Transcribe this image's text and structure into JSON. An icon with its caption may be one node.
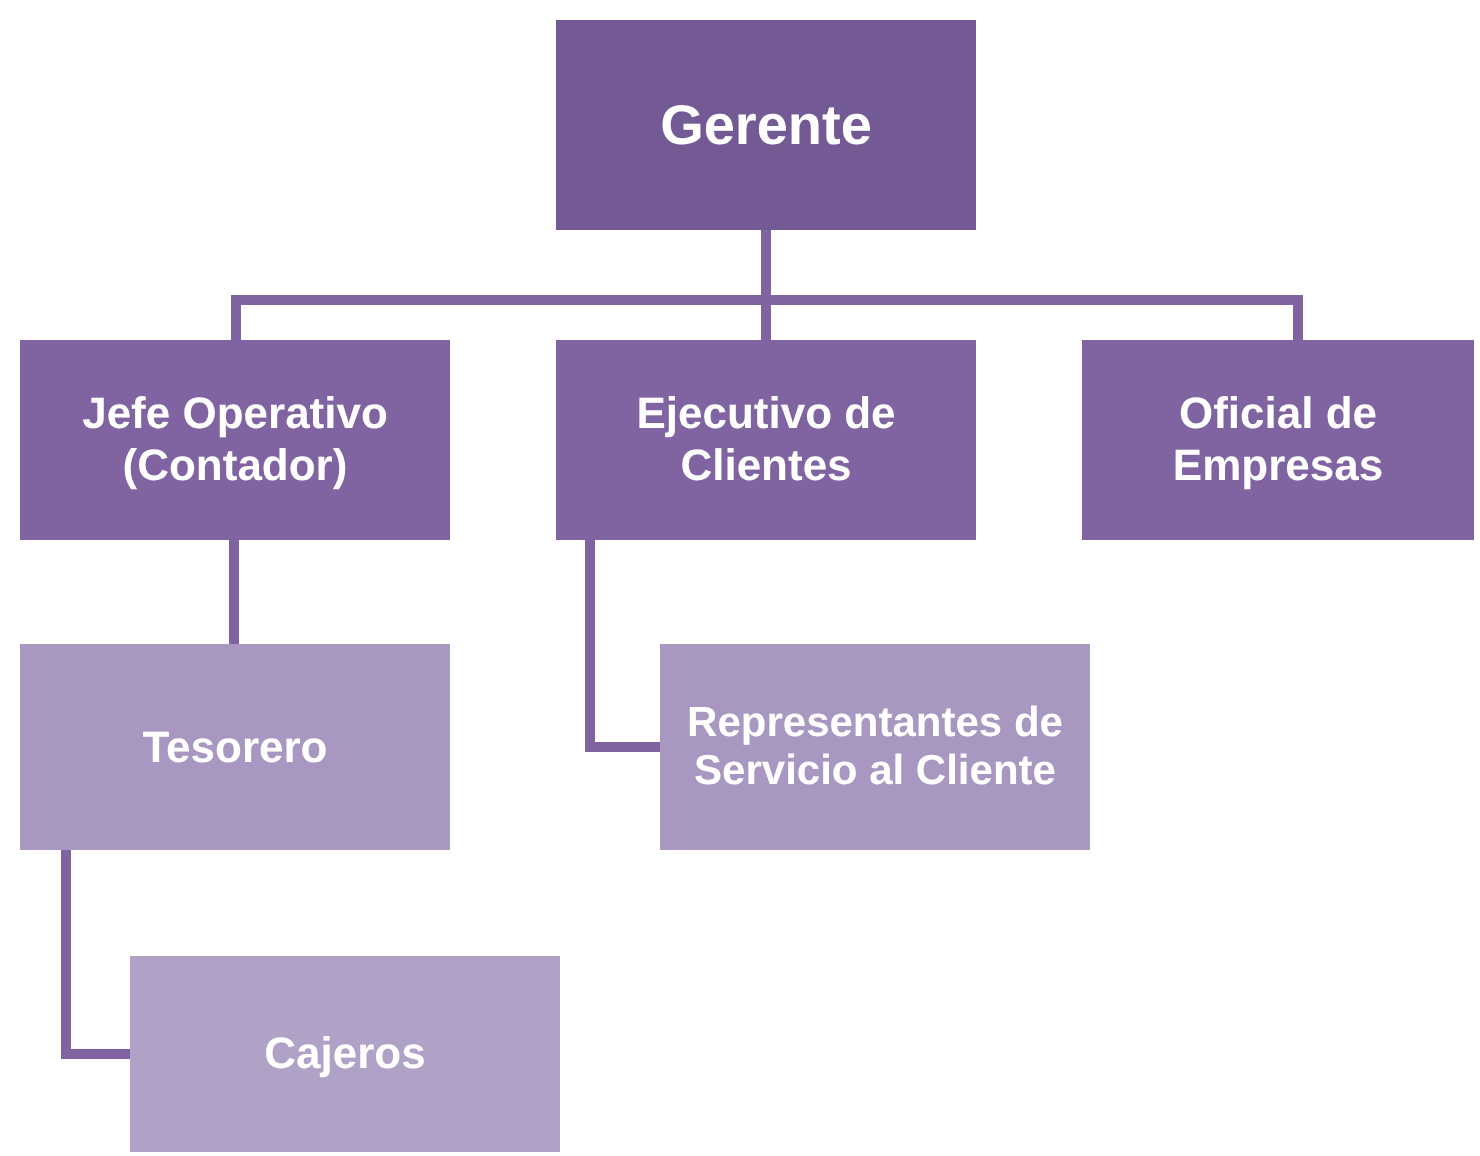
{
  "diagram": {
    "nodes": [
      {
        "text": [
          "Gerente"
        ]
      },
      {
        "text": [
          "Jefe Operativo (Contador)"
        ]
      },
      {
        "text": [
          "Ejecutivo de Clientes"
        ]
      },
      {
        "text": [
          "Oficial de Empresas"
        ]
      },
      {
        "text": [
          "Tesorero"
        ]
      },
      {
        "text": [
          "Representantes de Servicio al Cliente"
        ]
      },
      {
        "text": [
          "Cajeros"
        ]
      }
    ],
    "edges": [
      {
        "from": 0,
        "to": 1,
        "arrow": "none"
      },
      {
        "from": 0,
        "to": 2,
        "arrow": "none"
      },
      {
        "from": 0,
        "to": 3,
        "arrow": "none"
      },
      {
        "from": 1,
        "to": 4,
        "arrow": "none"
      },
      {
        "from": 2,
        "to": 5,
        "arrow": "none"
      },
      {
        "from": 4,
        "to": 6,
        "arrow": "none"
      }
    ]
  }
}
